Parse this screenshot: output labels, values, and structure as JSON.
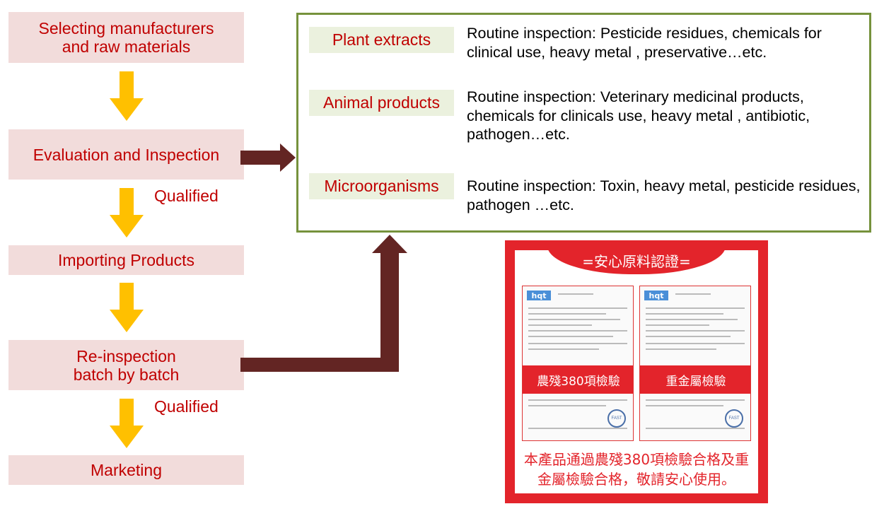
{
  "flow": {
    "steps": [
      "Selecting manufacturers\nand raw materials",
      "Evaluation and Inspection",
      "Importing Products",
      "Re-inspection\nbatch by batch",
      "Marketing"
    ],
    "qualified_1": "Qualified",
    "qualified_2": "Qualified"
  },
  "inspections": [
    {
      "category": "Plant extracts",
      "description": "Routine inspection: Pesticide residues, chemicals for clinical use, heavy metal , preservative…etc."
    },
    {
      "category": "Animal products",
      "description": "Routine inspection: Veterinary medicinal products, chemicals for clinicals use, heavy metal , antibiotic, pathogen…etc."
    },
    {
      "category": "Microorganisms",
      "description": "Routine inspection: Toxin, heavy metal, pesticide residues, pathogen …etc."
    }
  ],
  "certificate": {
    "title": "=安心原料認證=",
    "doc_logo": "hqt",
    "doc_left_band": "農殘380項檢驗",
    "doc_right_band": "重金屬檢驗",
    "stamp": "FAST",
    "statement": "本產品通過農殘380項檢驗合格及重金屬檢驗合格，敬請安心使用。"
  },
  "colors": {
    "step_bg": "#f2dcdb",
    "text_red": "#c00000",
    "arrow_gold": "#ffc000",
    "connector": "#632523",
    "panel_border": "#76923c",
    "cert_red": "#e3242b"
  }
}
